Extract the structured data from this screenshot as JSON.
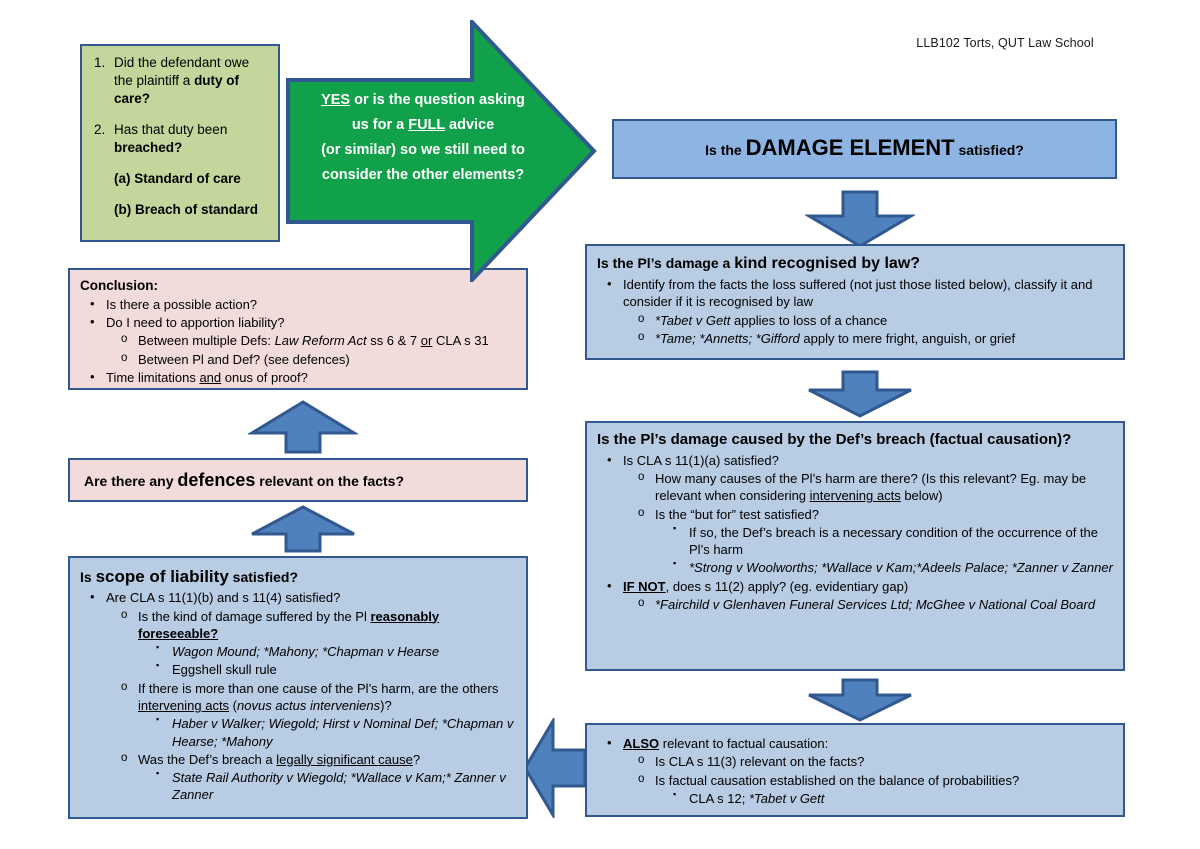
{
  "header": {
    "note": "LLB102 Torts, QUT Law School"
  },
  "colors": {
    "green_fill": "#C3D69B",
    "pink_fill": "#F2DCDB",
    "blue_fill": "#B8CCE4",
    "blue_strong_fill": "#8DB4E2",
    "border": "#31588F",
    "arrow_green": "#12A14B",
    "arrow_blue": "#4E81BD"
  },
  "duty_box": {
    "items": [
      {
        "num": "1.",
        "text_plain": "Did the defendant owe the plaintiff a ",
        "bold_tail": "duty of care?"
      },
      {
        "num": "2.",
        "text_plain": "Has that duty been ",
        "bold_tail": "breached?"
      }
    ],
    "sub_items": [
      "(a) Standard of care",
      "(b) Breach of standard"
    ]
  },
  "green_arrow": {
    "line1_a": "YES",
    "line1_b": " or is the question asking",
    "line2_a": "us for a ",
    "line2_b": "FULL",
    "line2_c": " advice",
    "line3": "(or similar) so we still need to",
    "line4": "consider the other elements?"
  },
  "damage_element": {
    "pre": "Is the ",
    "big": "DAMAGE ELEMENT",
    "post": " satisfied?"
  },
  "kind_recognised": {
    "title_pre": "Is the Pl’s damage a ",
    "title_big": "kind recognised by law?",
    "bullets": [
      {
        "level": 1,
        "marker": "•",
        "segments": [
          {
            "t": "Identify from the facts the loss suffered (not just those listed below), classify it and consider if it is recognised by law"
          }
        ]
      },
      {
        "level": 2,
        "marker": "o",
        "segments": [
          {
            "t": "*Tabet v Gett",
            "i": true
          },
          {
            "t": " applies to loss of a chance"
          }
        ]
      },
      {
        "level": 2,
        "marker": "o",
        "segments": [
          {
            "t": "*Tame; *Annetts; *Gifford",
            "i": true
          },
          {
            "t": " apply to mere fright, anguish, or grief"
          }
        ]
      }
    ]
  },
  "factual_causation": {
    "title": "Is the Pl’s damage caused by the Def’s breach (factual causation)?",
    "bullets": [
      {
        "level": 1,
        "marker": "•",
        "segments": [
          {
            "t": "Is CLA s 11(1)(a) satisfied?"
          }
        ]
      },
      {
        "level": 2,
        "marker": "o",
        "segments": [
          {
            "t": "How many causes of the Pl’s harm are there? (Is this relevant? Eg. may be relevant when considering "
          },
          {
            "t": "intervening acts",
            "u": true
          },
          {
            "t": " below)"
          }
        ]
      },
      {
        "level": 2,
        "marker": "o",
        "segments": [
          {
            "t": "Is the “but for” test satisfied?"
          }
        ]
      },
      {
        "level": 3,
        "marker": "▪",
        "segments": [
          {
            "t": "If so, the Def’s breach is a necessary condition of the occurrence of the Pl’s harm"
          }
        ]
      },
      {
        "level": 3,
        "marker": "▪",
        "segments": [
          {
            "t": "*Strong v Woolworths; *Wallace v Kam;*Adeels Palace; *Zanner v Zanner",
            "i": true
          }
        ]
      },
      {
        "level": 1,
        "marker": "•",
        "segments": [
          {
            "t": "IF NOT",
            "u": true,
            "b": true
          },
          {
            "t": ", does s 11(2) apply? (eg. evidentiary gap)"
          }
        ]
      },
      {
        "level": 2,
        "marker": "o",
        "segments": [
          {
            "t": "*Fairchild v Glenhaven Funeral Services Ltd; McGhee v National Coal Board",
            "i": true
          }
        ]
      }
    ]
  },
  "also_relevant": {
    "bullets": [
      {
        "level": 1,
        "marker": "•",
        "segments": [
          {
            "t": "ALSO",
            "u": true,
            "b": true
          },
          {
            "t": " relevant to factual causation:"
          }
        ]
      },
      {
        "level": 2,
        "marker": "o",
        "segments": [
          {
            "t": "Is CLA s 11(3) relevant on the facts?"
          }
        ]
      },
      {
        "level": 2,
        "marker": "o",
        "segments": [
          {
            "t": "Is factual causation established on the balance of probabilities?"
          }
        ]
      },
      {
        "level": 3,
        "marker": "▪",
        "segments": [
          {
            "t": "CLA s 12; "
          },
          {
            "t": "*Tabet v Gett",
            "i": true
          }
        ]
      }
    ]
  },
  "scope_of_liability": {
    "title_pre": "Is ",
    "title_big": "scope of liability",
    "title_post": " satisfied?",
    "bullets": [
      {
        "level": 1,
        "marker": "•",
        "segments": [
          {
            "t": "Are CLA s 11(1)(b) and s 11(4) satisfied?"
          }
        ]
      },
      {
        "level": 2,
        "marker": "o",
        "segments": [
          {
            "t": "Is the kind of damage suffered by the Pl "
          },
          {
            "t": "reasonably foreseeable?",
            "u": true,
            "b": true
          }
        ]
      },
      {
        "level": 3,
        "marker": "▪",
        "segments": [
          {
            "t": "Wagon Mound; *Mahony; *Chapman v Hearse",
            "i": true
          }
        ]
      },
      {
        "level": 3,
        "marker": "▪",
        "segments": [
          {
            "t": "Eggshell skull rule"
          }
        ]
      },
      {
        "level": 2,
        "marker": "o",
        "segments": [
          {
            "t": "If there is more than one cause of the Pl’s harm, are the others "
          },
          {
            "t": "intervening acts",
            "u": true
          },
          {
            "t": " ("
          },
          {
            "t": "novus actus interveniens",
            "i": true
          },
          {
            "t": ")?"
          }
        ]
      },
      {
        "level": 3,
        "marker": "▪",
        "segments": [
          {
            "t": "Haber v Walker; Wiegold; Hirst v Nominal Def; *Chapman v Hearse; *Mahony",
            "i": true
          }
        ]
      },
      {
        "level": 2,
        "marker": "o",
        "segments": [
          {
            "t": "Was the Def’s breach a "
          },
          {
            "t": "legally significant cause",
            "u": true
          },
          {
            "t": "?"
          }
        ]
      },
      {
        "level": 3,
        "marker": "▪",
        "segments": [
          {
            "t": "State Rail Authority v Wiegold; *Wallace v Kam;* Zanner v Zanner",
            "i": true
          }
        ]
      }
    ]
  },
  "defences": {
    "pre": "Are there any ",
    "big": "defences",
    "post": " relevant on the facts?"
  },
  "conclusion": {
    "title": "Conclusion:",
    "bullets": [
      {
        "level": 1,
        "marker": "•",
        "segments": [
          {
            "t": "Is there a possible action?"
          }
        ]
      },
      {
        "level": 1,
        "marker": "•",
        "segments": [
          {
            "t": "Do I need to apportion liability?"
          }
        ]
      },
      {
        "level": 2,
        "marker": "o",
        "segments": [
          {
            "t": "Between multiple Defs: "
          },
          {
            "t": "Law Reform Act",
            "i": true
          },
          {
            "t": " ss 6 & 7 "
          },
          {
            "t": "or",
            "u": true
          },
          {
            "t": " CLA s 31"
          }
        ]
      },
      {
        "level": 2,
        "marker": "o",
        "segments": [
          {
            "t": "Between Pl and Def? (see defences)"
          }
        ]
      },
      {
        "level": 1,
        "marker": "•",
        "segments": [
          {
            "t": "Time limitations "
          },
          {
            "t": "and",
            "u": true
          },
          {
            "t": " onus of proof?"
          }
        ]
      }
    ]
  },
  "arrows": [
    {
      "name": "green-right-arrow",
      "direction": "right",
      "color": "#12A14B"
    },
    {
      "name": "damage-to-kind-arrow",
      "direction": "down",
      "color": "#4E81BD"
    },
    {
      "name": "kind-to-causation-arrow",
      "direction": "down",
      "color": "#4E81BD"
    },
    {
      "name": "causation-to-also-arrow",
      "direction": "down",
      "color": "#4E81BD"
    },
    {
      "name": "also-to-scope-arrow",
      "direction": "left",
      "color": "#4E81BD"
    },
    {
      "name": "scope-to-defences-arrow",
      "direction": "up",
      "color": "#4E81BD"
    },
    {
      "name": "defences-to-conclusion-arrow",
      "direction": "up",
      "color": "#4E81BD"
    }
  ]
}
